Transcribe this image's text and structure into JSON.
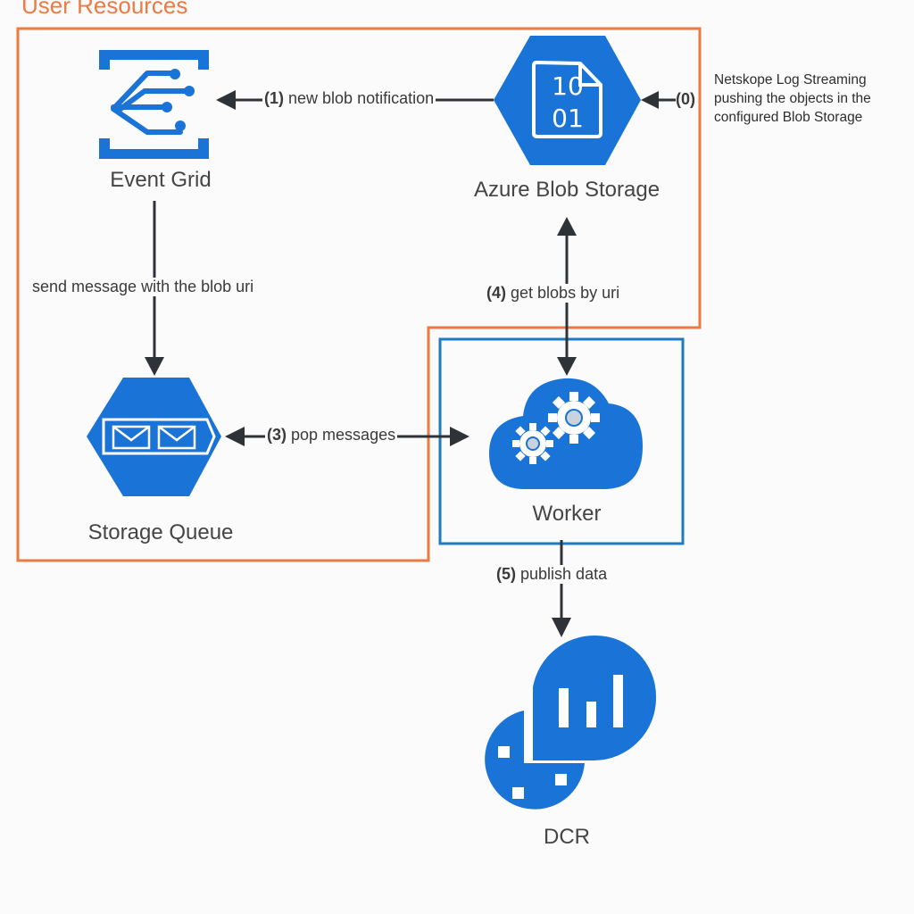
{
  "title": "User Resources",
  "colors": {
    "group_border": "#ec7a43",
    "worker_border": "#1f7ac4",
    "icon_blue": "#1a73d6",
    "arrow": "#2f3338",
    "text": "#454545"
  },
  "nodes": {
    "event_grid": {
      "label": "Event Grid",
      "icon": "event-grid-icon"
    },
    "blob_storage": {
      "label": "Azure Blob Storage",
      "icon": "blob-storage-icon",
      "glyph_top": "10",
      "glyph_bottom": "01"
    },
    "storage_queue": {
      "label": "Storage Queue",
      "icon": "storage-queue-icon"
    },
    "worker": {
      "label": "Worker",
      "icon": "cloud-gears-icon"
    },
    "dcr": {
      "label": "DCR",
      "icon": "dcr-icon"
    }
  },
  "edges": {
    "e0": {
      "step": "(0)",
      "text": ""
    },
    "e1": {
      "step": "(1)",
      "text": "new blob notification"
    },
    "e2": {
      "step": "",
      "text": "send message with the blob uri"
    },
    "e3": {
      "step": "(3)",
      "text": "pop messages"
    },
    "e4": {
      "step": "(4)",
      "text": "get blobs by uri"
    },
    "e5": {
      "step": "(5)",
      "text": "publish data"
    }
  },
  "note": {
    "lines": [
      "Netskope Log Streaming",
      "pushing the objects in the",
      "configured Blob Storage"
    ]
  }
}
